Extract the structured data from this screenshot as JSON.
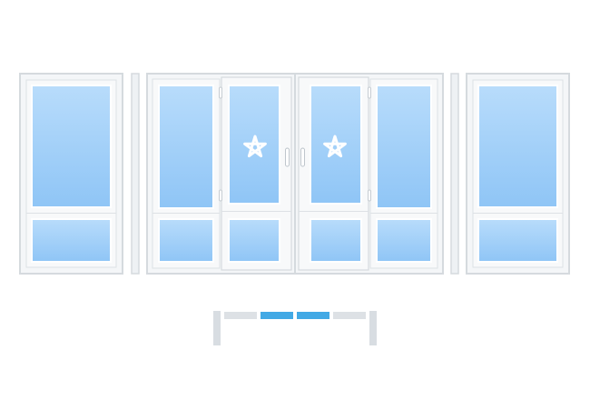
{
  "colors": {
    "background": "#ffffff",
    "frame_outline": "#d5dade",
    "frame_fill": "#f4f6f8",
    "mullion_fill": "#eef1f4",
    "glass_top": "#b8dcfb",
    "glass_bottom": "#8fc5f6",
    "glass_border": "#ffffff",
    "handle": "#ffffff",
    "handle_outline": "#b9c1c8",
    "opening_mark": "#ffffff",
    "selector_active": "#42a9e5",
    "selector_inactive": "#dde1e5",
    "selector_post": "#d8dde2"
  },
  "units": [
    {
      "name": "unit-left-fixed",
      "sashes": [
        {
          "type": "fixed",
          "panels": [
            "glass-upper",
            "glass-lower"
          ]
        }
      ]
    },
    {
      "name": "unit-left-door",
      "sashes": [
        {
          "type": "fixed",
          "panels": [
            "glass-upper",
            "glass-lower"
          ]
        },
        {
          "type": "tilt-turn",
          "opening_mark": "star-icon",
          "hinge_side": "left",
          "panels": [
            "glass-upper",
            "glass-lower"
          ]
        }
      ]
    },
    {
      "name": "unit-right-door",
      "sashes": [
        {
          "type": "tilt-turn",
          "opening_mark": "star-icon",
          "hinge_side": "right",
          "panels": [
            "glass-upper",
            "glass-lower"
          ]
        },
        {
          "type": "fixed",
          "panels": [
            "glass-upper",
            "glass-lower"
          ]
        }
      ]
    },
    {
      "name": "unit-right-fixed",
      "sashes": [
        {
          "type": "fixed",
          "panels": [
            "glass-upper",
            "glass-lower"
          ]
        }
      ]
    }
  ],
  "connectors": [
    "mullion-left",
    "mullion-right"
  ],
  "section_selector": {
    "segments": 4,
    "selected": [
      2,
      3
    ]
  }
}
